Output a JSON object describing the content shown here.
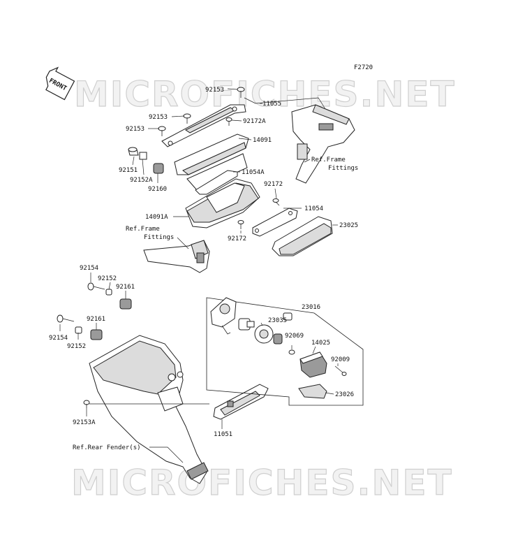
{
  "figure_code": "F2720",
  "front_badge": "FRONT",
  "watermark": "MICROFICHES.NET",
  "labels": {
    "p92153_top": "92153",
    "p11055": "11055",
    "p92153_b": "92153",
    "p92172A": "92172A",
    "p92153_c": "92153",
    "p14091": "14091",
    "ref_frame_1": "Ref.Frame",
    "fittings_1": "Fittings",
    "p92151": "92151",
    "p92152A": "92152A",
    "p92160": "92160",
    "p11054A": "11054A",
    "p92172_a": "92172",
    "p11054": "11054",
    "p14091A": "14091A",
    "p23025": "23025",
    "ref_frame_2": "Ref.Frame",
    "fittings_2": "Fittings",
    "p92172_b": "92172",
    "p92154_a": "92154",
    "p92152_a": "92152",
    "p92161_a": "92161",
    "p23016": "23016",
    "p92161_b": "92161",
    "p23035": "23035",
    "p92154_b": "92154",
    "p92152_b": "92152",
    "p92069": "92069",
    "p14025": "14025",
    "p92009": "92009",
    "p23026": "23026",
    "p92153A": "92153A",
    "p11051": "11051",
    "ref_rear_fender": "Ref.Rear Fender(s)"
  }
}
